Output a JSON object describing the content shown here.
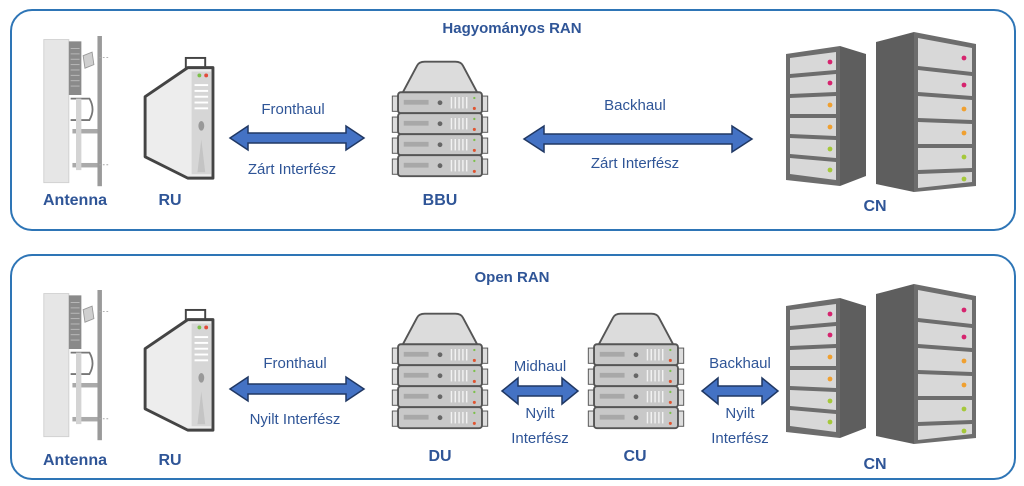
{
  "panels": [
    {
      "title": "Hagyományos RAN",
      "nodes": {
        "antenna": "Antenna",
        "ru": "RU",
        "bbu": "BBU",
        "cn": "CN"
      },
      "links": [
        {
          "name": "Fronthaul",
          "interface": "Zárt Interfész"
        },
        {
          "name": "Backhaul",
          "interface": "Zárt Interfész"
        }
      ]
    },
    {
      "title": "Open RAN",
      "nodes": {
        "antenna": "Antenna",
        "ru": "RU",
        "du": "DU",
        "cu": "CU",
        "cn": "CN"
      },
      "links": [
        {
          "name": "Fronthaul",
          "interface": "Nyilt Interfész"
        },
        {
          "name": "Midhaul",
          "interface_line1": "Nyilt",
          "interface_line2": "Interfész"
        },
        {
          "name": "Backhaul",
          "interface_line1": "Nyilt",
          "interface_line2": "Interfész"
        }
      ]
    }
  ],
  "colors": {
    "border": "#2e75b6",
    "text": "#2f5597",
    "arrow_fill": "#4472c4",
    "arrow_stroke": "#203864"
  }
}
